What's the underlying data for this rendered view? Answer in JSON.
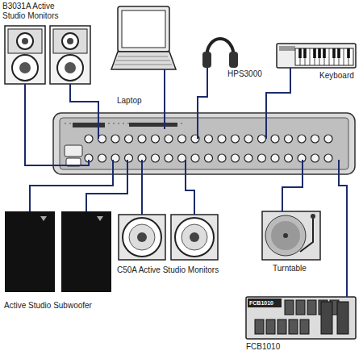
{
  "diagram": {
    "nodes": [
      {
        "text": [
          "B3031A Active Studio Monitors"
        ]
      },
      {
        "text": [
          "Laptop"
        ]
      },
      {
        "text": [
          "HPS3000"
        ]
      },
      {
        "text": [
          "Keyboard"
        ]
      },
      {
        "text": [
          "Active Studio Subwoofer"
        ]
      },
      {
        "text": [
          "C50A Active Studio Monitors"
        ]
      },
      {
        "text": [
          "Turntable"
        ]
      },
      {
        "text": [
          "FCB1010",
          "FCB1010"
        ]
      }
    ]
  }
}
